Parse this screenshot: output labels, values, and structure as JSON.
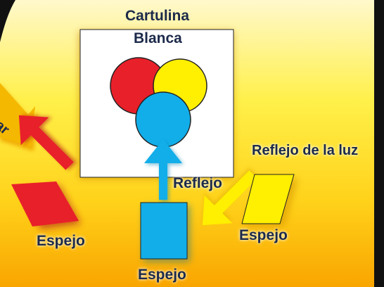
{
  "title_line1": "Cartulina",
  "title_line2": "Blanca",
  "label_partial": "lar",
  "label_reflejo": "Reflejo",
  "label_reflejo_luz": "Reflejo de la luz",
  "label_espejo_left": "Espejo",
  "label_espejo_center": "Espejo",
  "label_espejo_right": "Espejo",
  "colors": {
    "red": "#e8202a",
    "yellow": "#ffef00",
    "blue": "#12aeea",
    "label_text": "#1c2a4a"
  }
}
